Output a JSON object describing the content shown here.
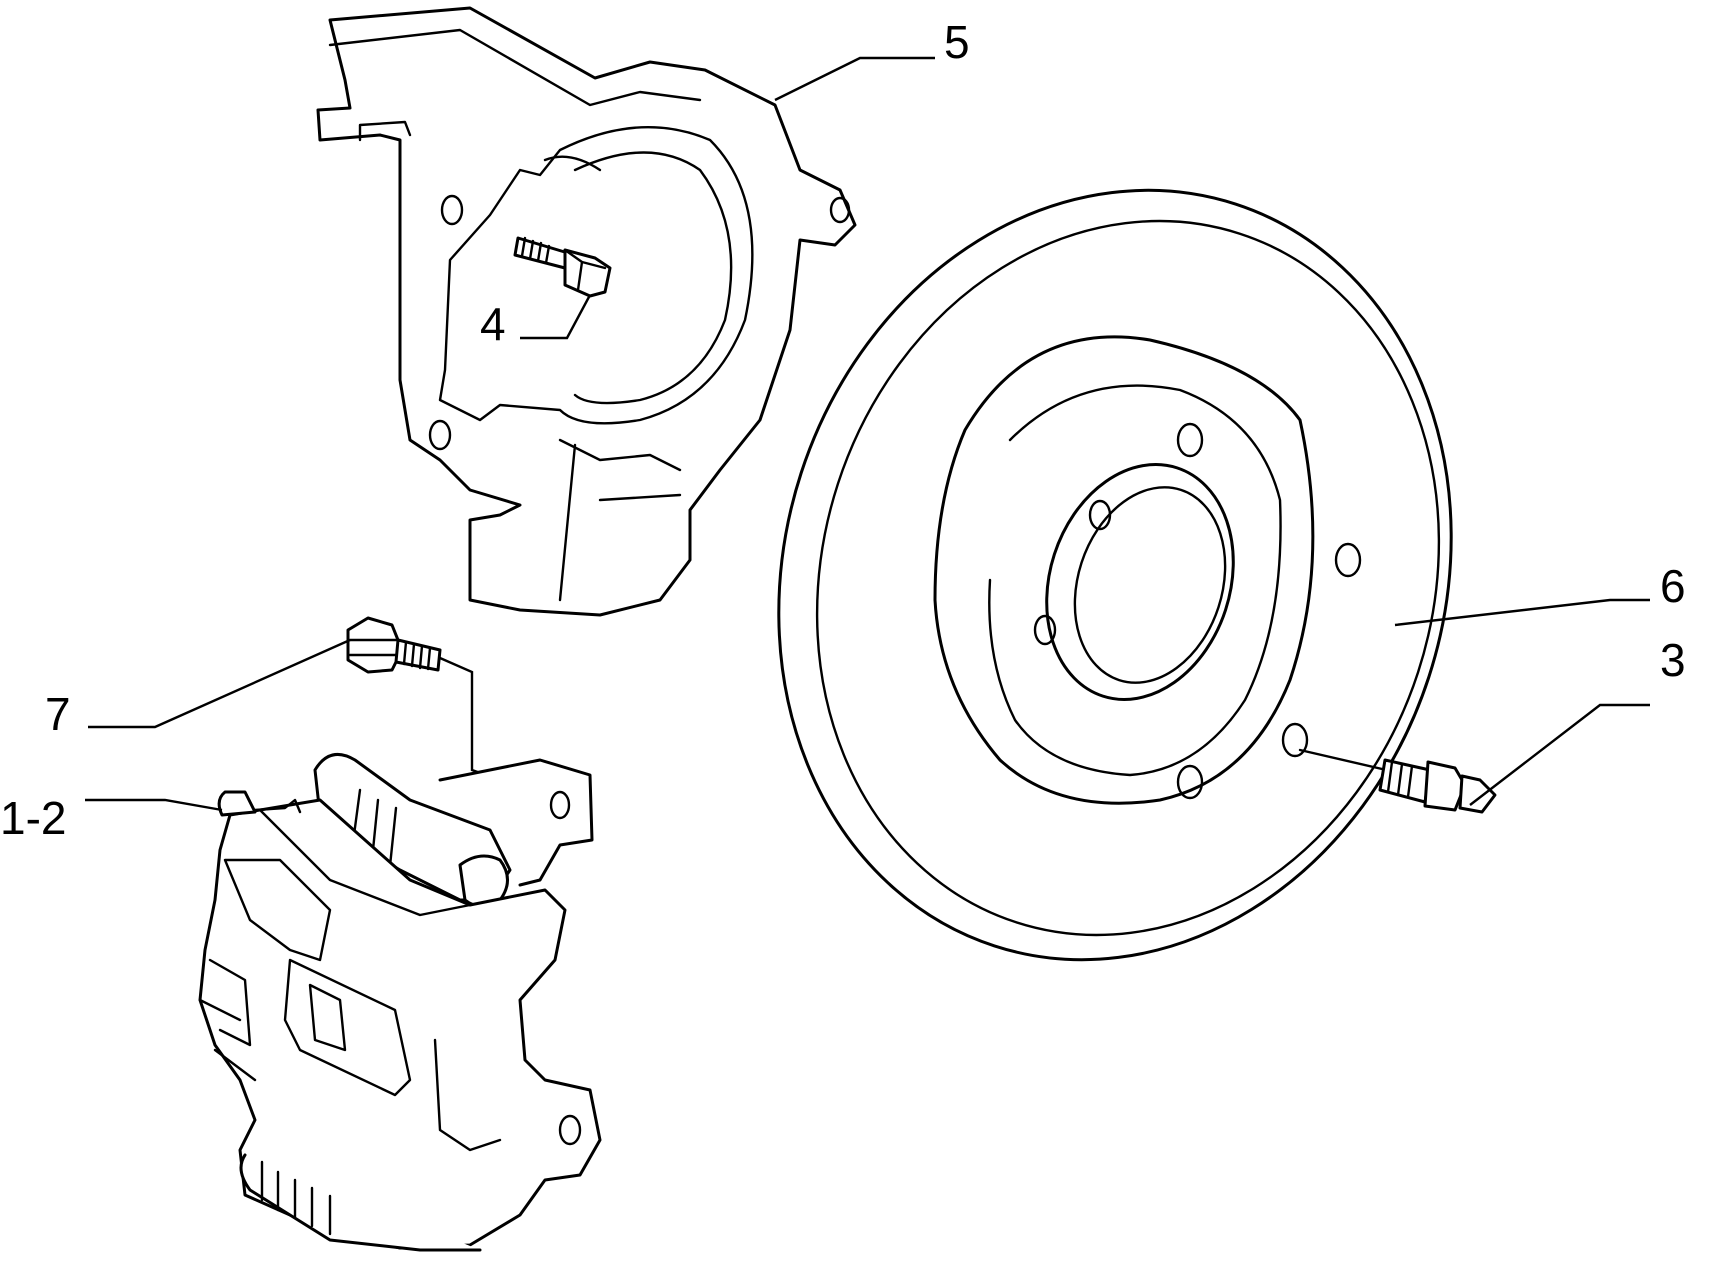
{
  "diagram": {
    "description_free": true,
    "callouts": [
      {
        "id": "5",
        "label": "5"
      },
      {
        "id": "4",
        "label": "4"
      },
      {
        "id": "6",
        "label": "6"
      },
      {
        "id": "3",
        "label": "3"
      },
      {
        "id": "7",
        "label": "7"
      },
      {
        "id": "1-2",
        "label": "1-2"
      }
    ]
  }
}
